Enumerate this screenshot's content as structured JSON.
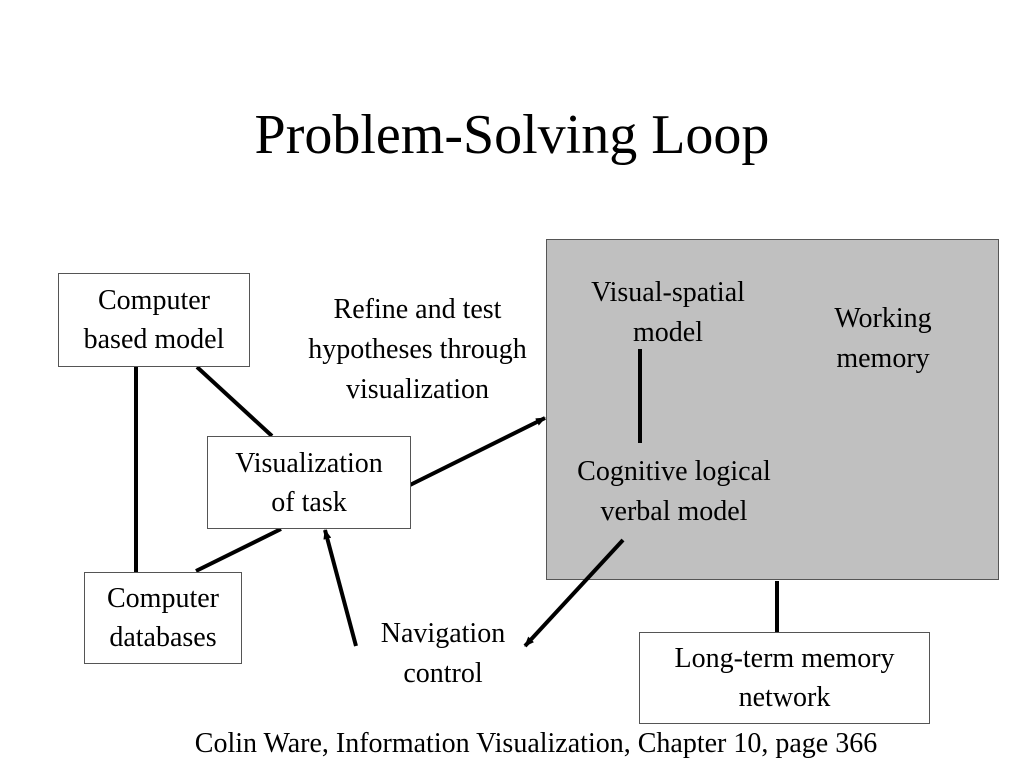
{
  "title": "Problem-Solving Loop",
  "colors": {
    "working_memory_fill": "#c0c0c0",
    "box_border": "#555555",
    "line": "#000000"
  },
  "nodes": {
    "computer_based_model": "Computer\nbased model",
    "visualization_of_task": "Visualization\nof task",
    "computer_databases": "Computer\ndatabases",
    "long_term_memory": "Long-term memory\nnetwork"
  },
  "labels": {
    "refine_hypotheses": "Refine and test\nhypotheses through\nvisualization",
    "navigation_control": "Navigation\ncontrol",
    "visual_spatial_model": "Visual-spatial\nmodel",
    "working_memory": "Working\nmemory",
    "cognitive_model": "Cognitive logical\nverbal model"
  },
  "caption": "Colin Ware, Information Visualization, Chapter 10, page 366"
}
